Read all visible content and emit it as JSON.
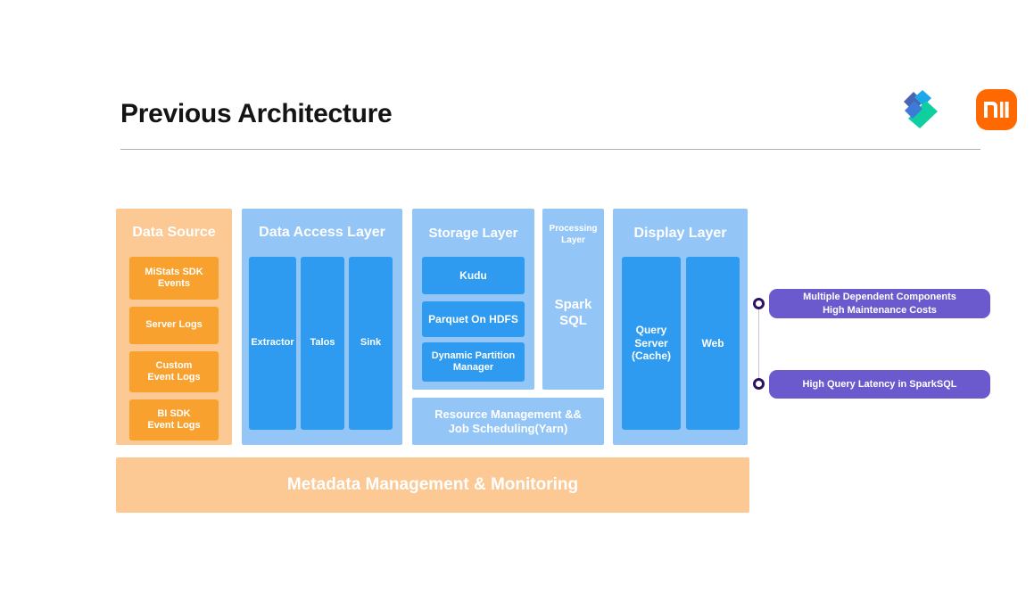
{
  "header": {
    "title": "Previous Architecture"
  },
  "logos": {
    "partner": "chevron-arrow-logo",
    "brand": "mi-logo",
    "brand_text": "MI",
    "brand_color": "#FF6900"
  },
  "colors": {
    "orange_panel": "#FCC894",
    "orange_box": "#F9A12E",
    "blue_panel": "#93C5F7",
    "blue_box": "#2E9BF0",
    "callout_purple": "#6A5ACD",
    "marker_ring": "#2E1065",
    "title_text": "#141414"
  },
  "diagram": {
    "columns": [
      {
        "id": "data-source",
        "title": "Data Source",
        "style": "orange",
        "items": [
          {
            "label": "MiStats SDK\nEvents"
          },
          {
            "label": "Server Logs"
          },
          {
            "label": "Custom\nEvent Logs"
          },
          {
            "label": "BI SDK\nEvent Logs"
          }
        ]
      },
      {
        "id": "data-access-layer",
        "title": "Data Access Layer",
        "style": "blue",
        "items": [
          {
            "label": "Extractor"
          },
          {
            "label": "Talos"
          },
          {
            "label": "Sink"
          }
        ]
      },
      {
        "id": "storage-layer",
        "title": "Storage Layer",
        "style": "blue",
        "items": [
          {
            "label": "Kudu"
          },
          {
            "label": "Parquet On HDFS"
          },
          {
            "label": "Dynamic Partition\nManager"
          }
        ]
      },
      {
        "id": "processing-layer",
        "title": "Processing\nLayer",
        "style": "blue",
        "items": [
          {
            "label": "Spark\nSQL"
          }
        ]
      },
      {
        "id": "display-layer",
        "title": "Display Layer",
        "style": "blue",
        "items": [
          {
            "label": "Query\nServer\n(Cache)"
          },
          {
            "label": "Web"
          }
        ]
      }
    ],
    "resource_bar": {
      "label": "Resource Management &&\nJob Scheduling(Yarn)"
    },
    "metadata_bar": {
      "label": "Metadata Management & Monitoring"
    },
    "callouts": [
      {
        "label": "Multiple Dependent Components\nHigh Maintenance Costs"
      },
      {
        "label": "High Query Latency in SparkSQL"
      }
    ]
  }
}
